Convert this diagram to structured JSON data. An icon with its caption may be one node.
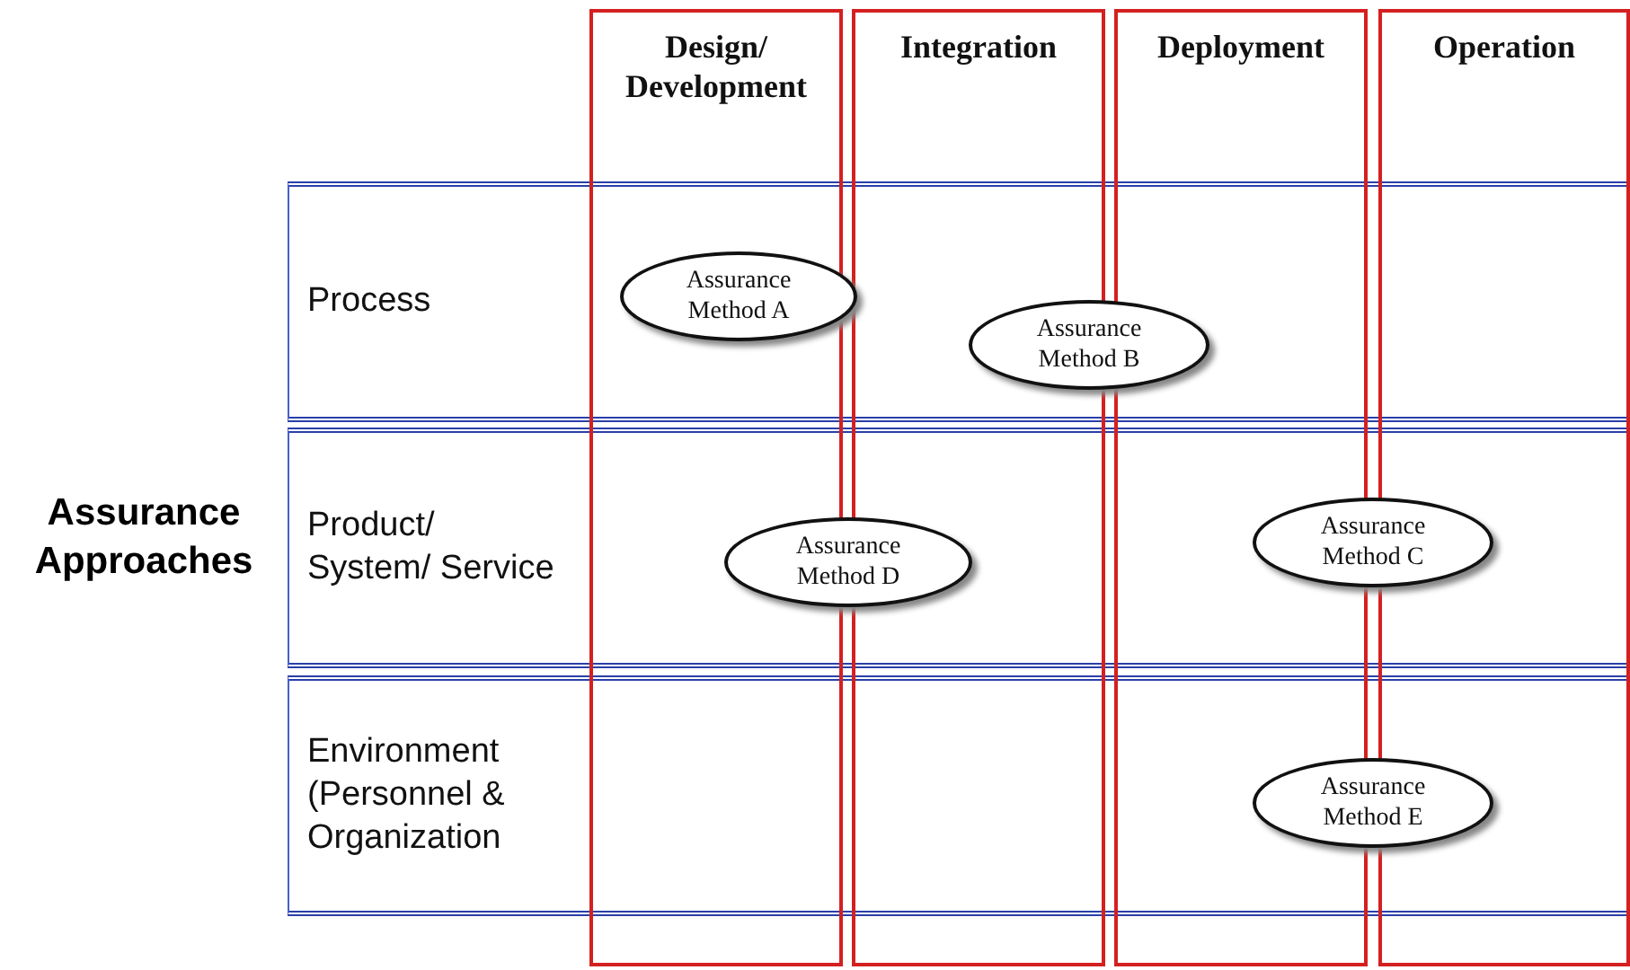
{
  "diagram": {
    "nodes": [
      {
        "text": [
          "Design/ Development"
        ]
      },
      {
        "text": [
          "Integration"
        ]
      },
      {
        "text": [
          "Deployment"
        ]
      },
      {
        "text": [
          "Operation"
        ]
      },
      {
        "text": [
          "Process"
        ]
      },
      {
        "text": [
          "Product/ System/ Service"
        ]
      },
      {
        "text": [
          "Environment (Personnel & Organization"
        ]
      },
      {
        "text": [
          "Assurance Method A"
        ],
        "in": 4
      },
      {
        "text": [
          "Assurance Method B"
        ],
        "in": 4
      },
      {
        "text": [
          "Assurance Method D"
        ],
        "in": 5
      },
      {
        "text": [
          "Assurance Method C"
        ],
        "in": 5
      },
      {
        "text": [
          "Assurance Method E"
        ],
        "in": 6
      }
    ],
    "edges": [],
    "labels": [
      "Assurance Approaches"
    ]
  }
}
